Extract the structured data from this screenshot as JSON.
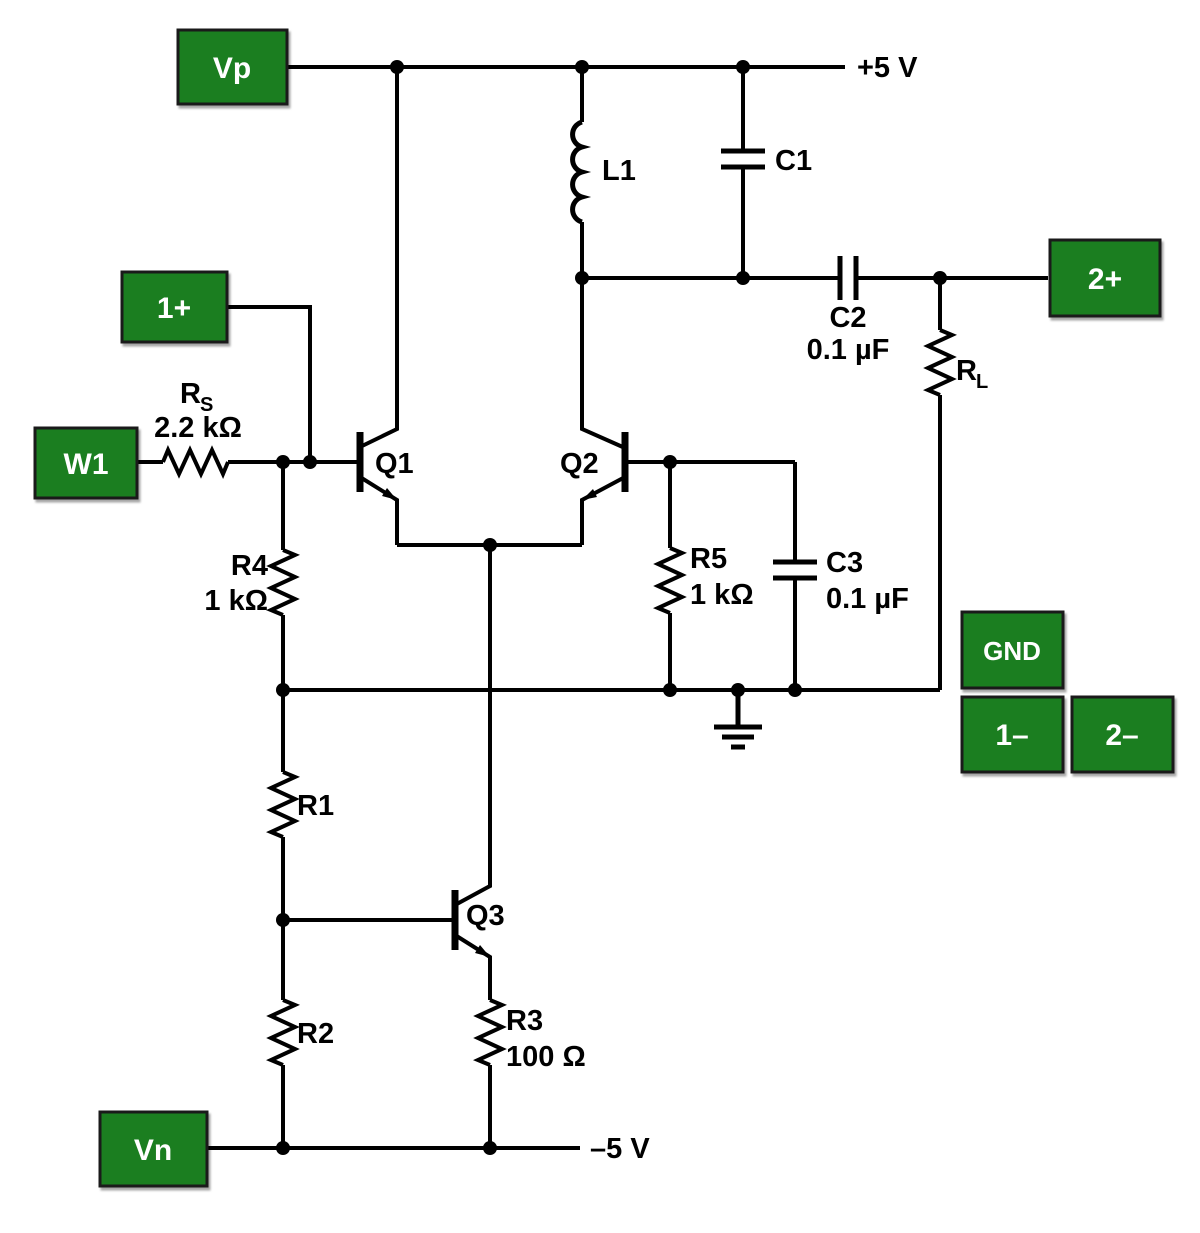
{
  "colors": {
    "box_green": "#1b7e20",
    "wire": "#000000",
    "box_text": "#ffffff"
  },
  "rails": {
    "pos": "+5 V",
    "neg": "–5 V"
  },
  "terminals": {
    "vp": "Vp",
    "vn": "Vn",
    "w1": "W1",
    "ch1_pos": "1+",
    "ch1_neg": "1–",
    "ch2_pos": "2+",
    "ch2_neg": "2–",
    "gnd": "GND"
  },
  "components": {
    "l1": {
      "name": "L1"
    },
    "c1": {
      "name": "C1"
    },
    "c2": {
      "name": "C2",
      "value": "0.1 µF"
    },
    "c3": {
      "name": "C3",
      "value": "0.1 µF"
    },
    "rs": {
      "main": "R",
      "sub": "S",
      "value": "2.2 kΩ"
    },
    "rl": {
      "main": "R",
      "sub": "L"
    },
    "r1": {
      "name": "R1"
    },
    "r2": {
      "name": "R2"
    },
    "r3": {
      "name": "R3",
      "value": "100 Ω"
    },
    "r4": {
      "name": "R4",
      "value": "1 kΩ"
    },
    "r5": {
      "name": "R5",
      "value": "1 kΩ"
    },
    "q1": {
      "name": "Q1"
    },
    "q2": {
      "name": "Q2"
    },
    "q3": {
      "name": "Q3"
    }
  }
}
